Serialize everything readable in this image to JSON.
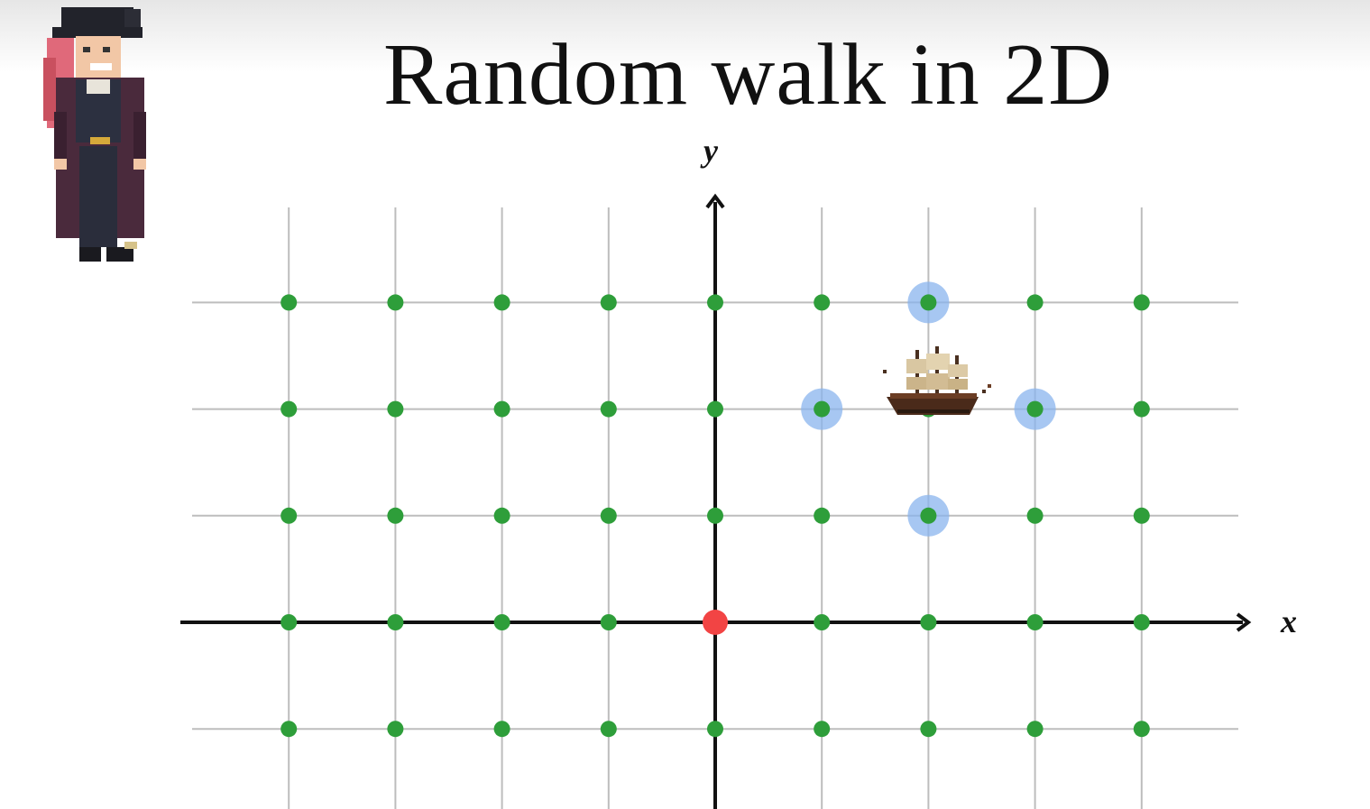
{
  "title": "Random walk in 2D",
  "axes": {
    "x_label": "x",
    "y_label": "y"
  },
  "grid": {
    "x_range": [
      -4,
      4
    ],
    "y_range": [
      -1,
      3
    ],
    "origin": [
      0,
      0
    ],
    "walker_position": [
      2,
      2
    ],
    "neighbors": [
      [
        2,
        3
      ],
      [
        1,
        2
      ],
      [
        3,
        2
      ],
      [
        2,
        1
      ]
    ]
  },
  "colors": {
    "lattice_point": "#2e9e3a",
    "origin": "#f24444",
    "neighbor_halo": "#8ab4ee",
    "grid_line": "#bdbdbd",
    "axis": "#111111"
  },
  "icons": {
    "character": "pirate-character-icon",
    "walker": "ship-icon"
  }
}
